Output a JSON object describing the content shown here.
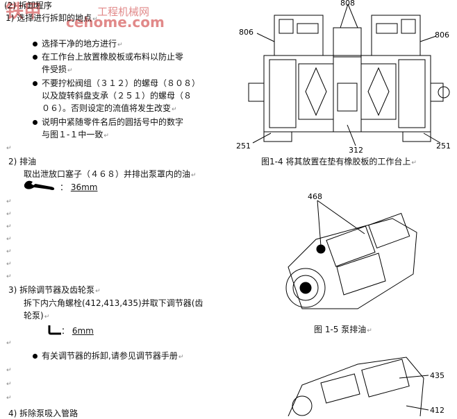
{
  "watermark": {
    "brand": "铁甲",
    "site_name": "工程机械网",
    "url": "cehome.com"
  },
  "sections": {
    "header": "(2) 拆卸程序",
    "s1": {
      "title": "1) 选择进行拆卸的地点",
      "bullets": [
        [
          "选择干净的地方进行"
        ],
        [
          "在工作台上放置橡胶板或布料以防止零",
          "件受损"
        ],
        [
          "不要拧松阀组（３１２）的螺母（８０８）",
          "以及旋转斜盘支承（２５１）的螺母（８",
          "０６）。否则设定的流值将发生改变"
        ],
        [
          "说明中紧随零件名后的圆括号中的数字",
          "与图１-１中一致"
        ]
      ]
    },
    "s2": {
      "title": "2) 排油",
      "text": "取出泄放口塞子（４６８）并排出泵罩内的油",
      "tool_size": "36mm"
    },
    "s3": {
      "title": "3) 拆除调节器及齿轮泵",
      "text_line1": "拆下内六角螺栓(412,413,435)并取下调节器(齿",
      "text_line2": "轮泵)",
      "tool_size": "6mm",
      "bullet": "有关调节器的拆卸,请参见调节器手册"
    },
    "s4": {
      "title": "4) 拆除泵吸入管路"
    }
  },
  "figures": {
    "fig14": {
      "caption": "图1-4  将其放置在垫有橡胶板的工作台上",
      "labels": {
        "top": "808",
        "left": "806",
        "right": "806",
        "bottom_left": "251",
        "bottom_center": "312",
        "bottom_right": "251"
      }
    },
    "fig15": {
      "caption": "图 1-5  泵排油",
      "label": "468"
    },
    "fig16": {
      "label_a": "435",
      "label_b": "412"
    }
  },
  "marks": {
    "paragraph": "↵"
  }
}
